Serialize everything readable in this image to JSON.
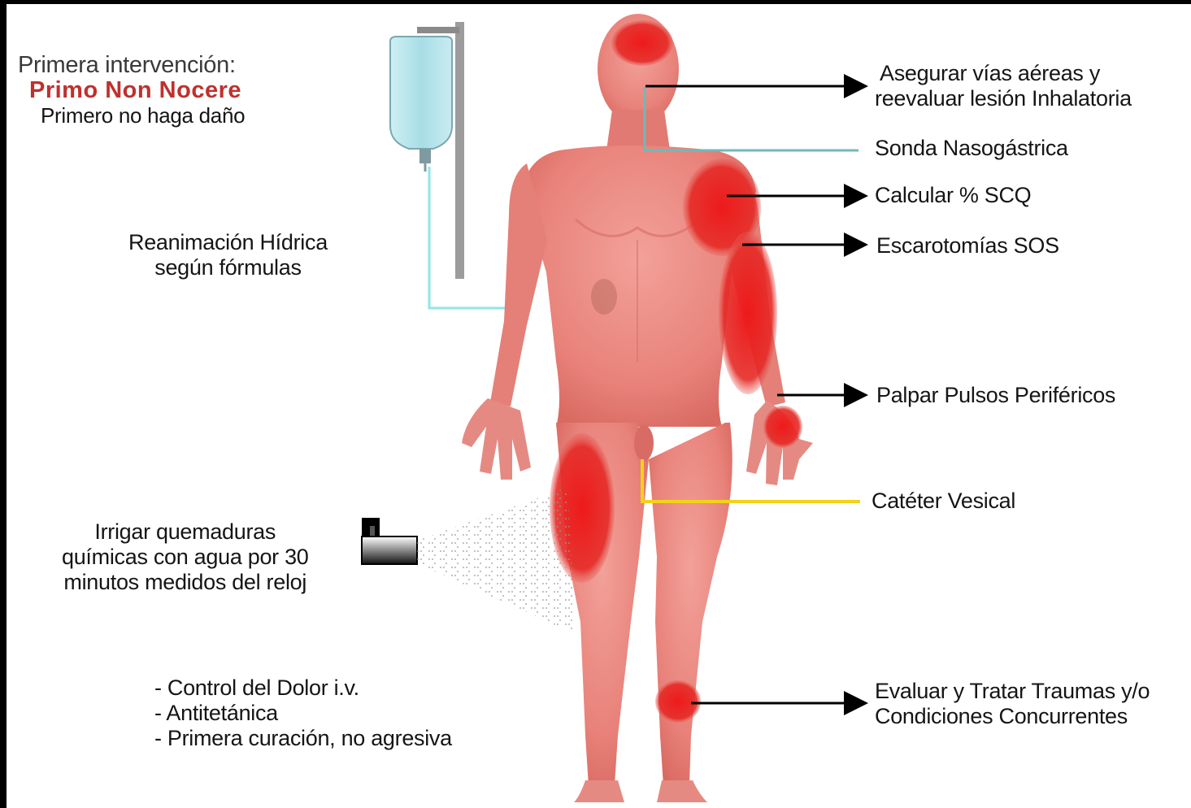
{
  "intro": {
    "heading": "Primera intervención:",
    "motto": "Primo Non Nocere",
    "translation": "Primero no haga daño"
  },
  "left_labels": {
    "fluid": [
      "Reanimación Hídrica",
      "según fórmulas"
    ],
    "irrigation": [
      "Irrigar quemaduras",
      "químicas con agua por 30",
      "minutos medidos del reloj"
    ],
    "list": [
      "- Control del Dolor i.v.",
      "- Antitetánica",
      "- Primera curación, no agresiva"
    ]
  },
  "right_labels": {
    "airway": [
      "Asegurar vías aéreas y",
      "reevaluar lesión Inhalatoria"
    ],
    "ng_tube": "Sonda Nasogástrica",
    "tbsa": "Calcular % SCQ",
    "escharotomy": "Escarotomías SOS",
    "pulses": "Palpar Pulsos Periféricos",
    "catheter": "Catéter Vesical",
    "trauma": [
      "Evaluar y Tratar Traumas y/o",
      "Condiciones Concurrentes"
    ]
  },
  "colors": {
    "skin": "#e8827a",
    "burn": "#e21e1e",
    "iv_line": "#8ee6e6",
    "ng_line": "#6fb9b9",
    "catheter_line": "#f2d21a",
    "arrow": "#000000",
    "motto": "#c0302e"
  },
  "icons": [
    "iv-bag-icon",
    "spray-nozzle-icon",
    "arrow-right-icon"
  ]
}
